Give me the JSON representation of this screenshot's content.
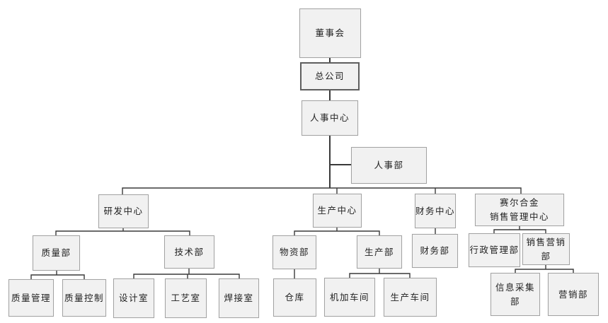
{
  "colors": {
    "page_bg": "#ffffff",
    "box_fill": "#f1f1f1",
    "box_border": "#a3a3a3",
    "root_border": "#5f5f5f",
    "line_color": "#3a3a3a",
    "text_color": "#1f1f1f"
  },
  "nodes": {
    "board": {
      "label": "董事会"
    },
    "head_office": {
      "label": "总公司"
    },
    "hr_center": {
      "label": "人事中心"
    },
    "hr_dept": {
      "label": "人事部"
    },
    "rd_center": {
      "label": "研发中心"
    },
    "quality_dept": {
      "label": "质量部"
    },
    "quality_management": {
      "label": "质量管理"
    },
    "quality_control": {
      "label": "质量控制"
    },
    "tech_dept": {
      "label": "技术部"
    },
    "design_room": {
      "label": "设计室"
    },
    "process_room": {
      "label": "工艺室"
    },
    "welding_room": {
      "label": "焊接室"
    },
    "production_center": {
      "label": "生产中心"
    },
    "materials_dept": {
      "label": "物资部"
    },
    "warehouse": {
      "label": "仓库"
    },
    "production_dept": {
      "label": "生产部"
    },
    "machining_workshop": {
      "label": "机加车间"
    },
    "production_workshop": {
      "label": "生产车间"
    },
    "finance_center": {
      "label": "财务中心"
    },
    "finance_dept": {
      "label": "财务部"
    },
    "sales_management_center": {
      "label_line1": "赛尔合金",
      "label_line2": "销售管理中心"
    },
    "admin_management_dept": {
      "label": "行政管理部"
    },
    "sales_marketing_dept": {
      "label": "销售营销部"
    },
    "info_collection_dept": {
      "label": "信息采集部"
    },
    "marketing_dept": {
      "label": "营销部"
    }
  }
}
